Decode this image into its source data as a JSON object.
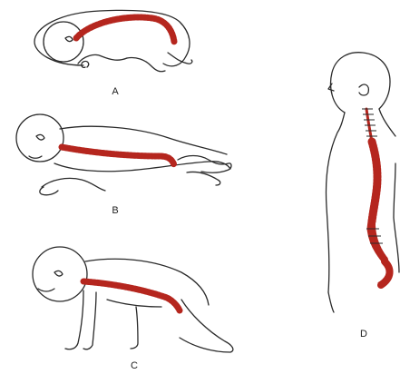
{
  "colors": {
    "spine": "#b5261e",
    "outline": "#2a2a2a",
    "background": "#ffffff"
  },
  "panels": [
    {
      "id": "A",
      "label": "A",
      "icon": "curled-infant-icon"
    },
    {
      "id": "B",
      "label": "B",
      "icon": "prone-infant-icon"
    },
    {
      "id": "C",
      "label": "C",
      "icon": "crawling-infant-icon"
    },
    {
      "id": "D",
      "label": "D",
      "icon": "standing-adult-icon"
    }
  ]
}
